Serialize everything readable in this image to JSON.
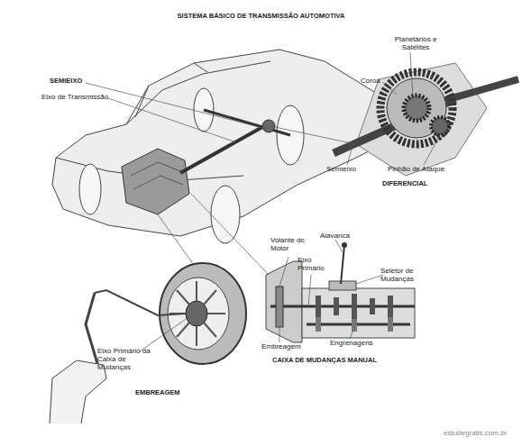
{
  "diagram": {
    "title": "SISTEMA BÁSICO DE TRANSMISSÃO AUTOMOTIVA",
    "labels": [
      "SEMIEIXO",
      "Eixo de Transmissão",
      "Planetários e Satélites",
      "Coroa",
      "Semieixo",
      "Pinhão de Ataque",
      "DIFERENCIAL",
      "Alavanca",
      "Volante do Motor",
      "Eixo Primário",
      "Seletor de Mudanças",
      "Embreagem",
      "Engrenagens",
      "CAIXA DE MUDANÇAS MANUAL",
      "Eixo Primário da Caixa de Mudanças",
      "EMBREAGEM",
      "estudegratis.com.br"
    ]
  }
}
